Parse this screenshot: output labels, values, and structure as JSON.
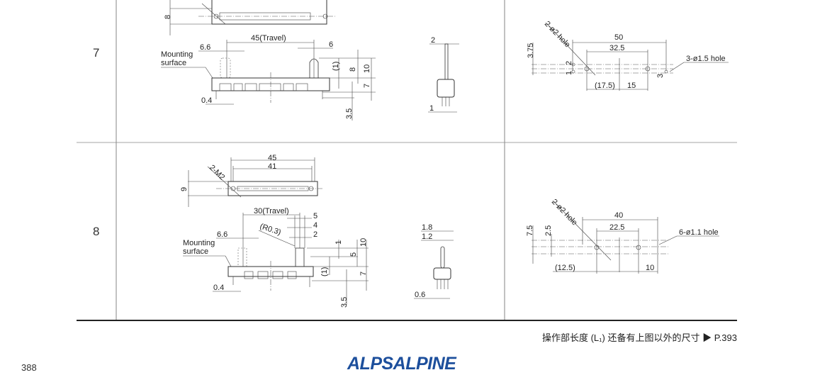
{
  "rows": [
    {
      "number": "7",
      "front": {
        "travel": "45(Travel)",
        "left_offset": "6.6",
        "right_width": "6",
        "mounting_1": "Mounting",
        "mounting_2": "surface",
        "dim_1": "(1)",
        "dim_8": "8",
        "dim_10": "10",
        "dim_7": "7",
        "dim_3_5": "3.5",
        "dim_0_4": "0.4",
        "top_height": "8"
      },
      "side": {
        "top": "2",
        "bottom": "1"
      },
      "pcb": {
        "hole_a": "2-ø2 hole",
        "hole_b": "3-ø1.5 hole",
        "width": "50",
        "inner": "32.5",
        "offset": "(17.5)",
        "pitch": "15",
        "height": "3.75",
        "p1": "1",
        "p2": "2",
        "p3": "3"
      }
    },
    {
      "number": "8",
      "top": {
        "outer": "45",
        "inner": "41",
        "screw": "2-M2",
        "height": "9"
      },
      "front": {
        "travel": "30(Travel)",
        "w5": "5",
        "w4": "4",
        "w2": "2",
        "radius": "(R0.3)",
        "left_offset": "6.6",
        "mounting_1": "Mounting",
        "mounting_2": "surface",
        "dim_1": "1",
        "dim_5": "5",
        "dim_10": "10",
        "dim_p1": "(1)",
        "dim_7": "7",
        "dim_3_5": "3.5",
        "dim_0_4": "0.4"
      },
      "side": {
        "w18": "1.8",
        "w12": "1.2",
        "bottom": "0.6"
      },
      "pcb": {
        "hole_a": "2-ø2 hole",
        "hole_b": "6-ø1.1 hole",
        "width": "40",
        "inner": "22.5",
        "offset": "(12.5)",
        "pitch": "10",
        "height": "7.5",
        "sub": "2.5"
      }
    }
  ],
  "footer": {
    "note": "操作部长度 (L₁) 还备有上图以外的尺寸 ▶ P.393",
    "page_number": "388",
    "logo": "ALPSALPINE"
  },
  "colors": {
    "brand": "#1d4f9c",
    "line": "#333333"
  }
}
